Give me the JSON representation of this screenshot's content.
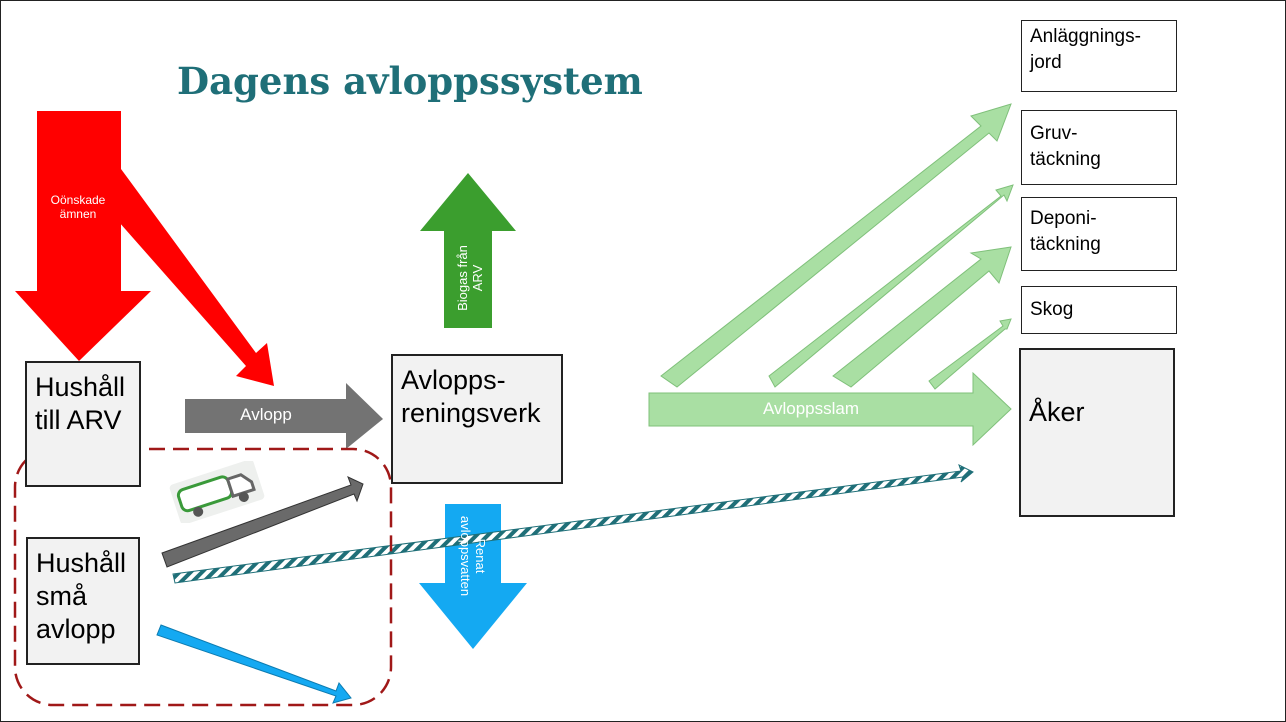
{
  "title": "Dagens avloppssystem",
  "colors": {
    "red": "#ff0000",
    "gray": "#737373",
    "green": "#3b9e2e",
    "light_green": "#a9dfa3",
    "blue": "#14a9f2",
    "dashed_border": "#a01818",
    "title": "#1f6f78"
  },
  "boxes": {
    "hushall_arv": "Hushåll\ntill ARV",
    "hushall_sma": "Hushåll\nsmå\navlopp",
    "arv": "Avlopps-\nreningsverk",
    "aker": "Åker",
    "anlaggning": "Anläggnings-\njord",
    "gruv": "Gruv-\ntäckning",
    "deponi": "Deponi-\ntäckning",
    "skog": "Skog"
  },
  "arrows": {
    "oonskade": "Oönskade\nämnen",
    "avlopp": "Avlopp",
    "biogas": "Biogas från\nARV",
    "avloppsslam": "Avloppsslam",
    "renat": "Renat\navloppsvatten"
  },
  "icons": {
    "truck": "garbage-truck-icon"
  }
}
